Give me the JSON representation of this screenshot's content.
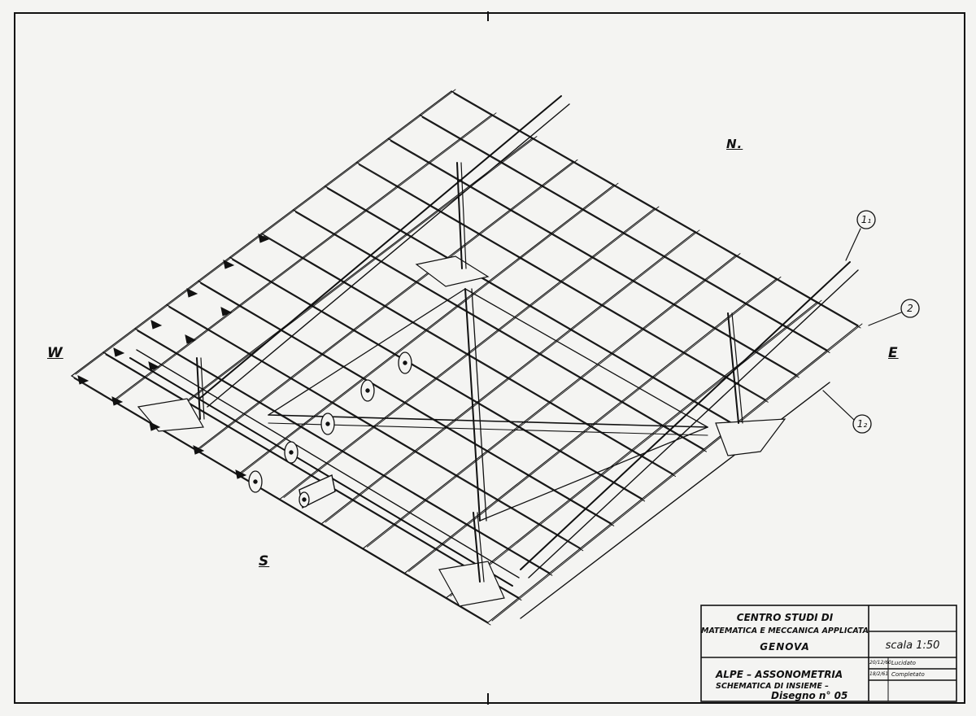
{
  "compass": {
    "north": "N.",
    "south": "S",
    "east": "E",
    "west": "W"
  },
  "callouts": [
    "1₁",
    "2",
    "1₂"
  ],
  "title_block": {
    "institution_line1": "CENTRO STUDI DI",
    "institution_line2": "MATEMATICA E MECCANICA APPLICATA",
    "institution_line3": "GENOVA",
    "scale": "scala 1:50",
    "revisions": [
      {
        "date": "20/12/60",
        "note": "Lucidato"
      },
      {
        "date": "18/2/61",
        "note": "Completato"
      }
    ],
    "title_line1": "ALPE – ASSONOMETRIA",
    "title_line2": "SCHEMATICA DI INSIEME –",
    "drawing_number": "Disegno n° 05"
  },
  "colors": {
    "paper": "#f4f4f2",
    "ink": "#111111"
  }
}
